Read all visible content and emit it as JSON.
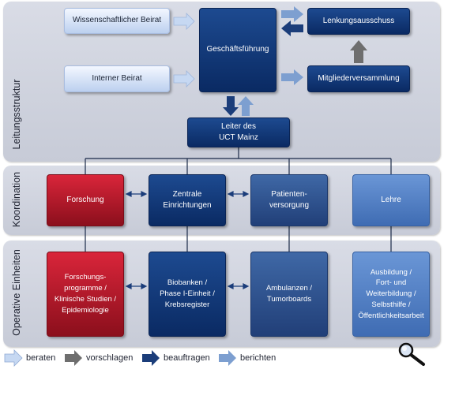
{
  "bands": {
    "leitung": "Leitungsstruktur",
    "koordination": "Koordination",
    "operativ": "Operative Einheiten"
  },
  "boxes": {
    "wiss_beirat": "Wissenschaftlicher Beirat",
    "interner_beirat": "Interner Beirat",
    "geschaeftsfuehrung": "Geschäftsführung",
    "lenkungsausschuss": "Lenkungsausschuss",
    "mitgliederversammlung": "Mitgliederversammlung",
    "leiter": "Leiter des\nUCT Mainz",
    "forschung": "Forschung",
    "zentrale": "Zentrale\nEinrichtungen",
    "patienten": "Patienten-\nversorgung",
    "lehre": "Lehre",
    "forschungsprogramme": "Forschungs-\nprogramme /\nKlinische Studien /\nEpidemiologie",
    "biobanken": "Biobanken /\nPhase I-Einheit /\nKrebsregister",
    "ambulanzen": "Ambulanzen  /\nTumorboards",
    "ausbildung": "Ausbildung /\nFort- und\nWeiterbildung /\nSelbsthilfe /\nÖffentlichkeitsarbeit"
  },
  "legend": {
    "beraten": "beraten",
    "vorschlagen": "vorschlagen",
    "beauftragen": "beauftragen",
    "berichten": "berichten"
  },
  "colors": {
    "beraten": "#bcd0ee",
    "vorschlagen": "#7a7a7a",
    "beauftragen": "#1b3d7a",
    "berichten": "#7d9fd0"
  },
  "icons": {
    "zoom": "magnifier-icon"
  }
}
